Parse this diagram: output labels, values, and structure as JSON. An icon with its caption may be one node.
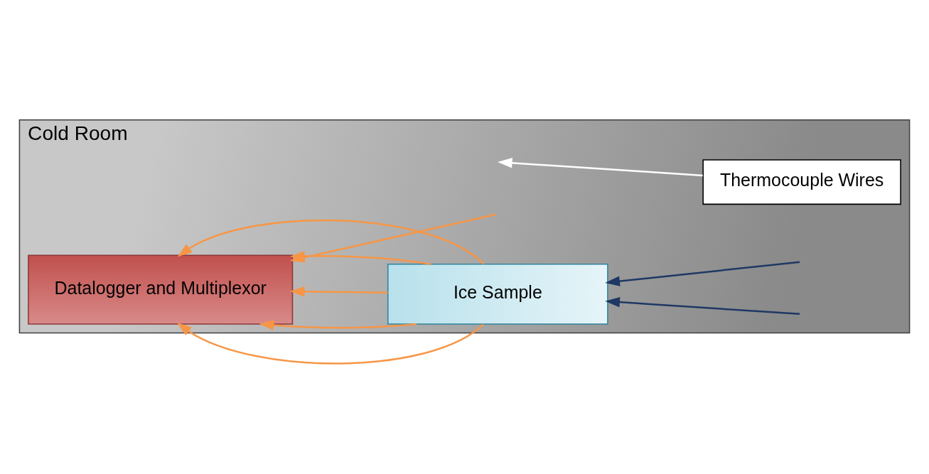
{
  "diagram": {
    "nodes": [
      {
        "text": [
          "Cold Room"
        ]
      },
      {
        "text": [
          "Datalogger and Multiplexor"
        ],
        "in": 0
      },
      {
        "text": [
          "Ice Sample"
        ],
        "in": 0
      },
      {
        "text": [
          "Thermocouple Wires"
        ],
        "in": 0
      }
    ],
    "edges": [
      {
        "from": null,
        "to": 1,
        "arrow": "to"
      },
      {
        "from": 2,
        "to": 1,
        "arrow": "to"
      },
      {
        "from": 2,
        "to": 1,
        "arrow": "to"
      },
      {
        "from": 2,
        "to": 1,
        "arrow": "to"
      },
      {
        "from": 2,
        "to": 1,
        "arrow": "to"
      },
      {
        "from": 2,
        "to": 1,
        "arrow": "to"
      },
      {
        "from": 3,
        "to": null,
        "arrow": "to",
        "color": "#ffffff"
      },
      {
        "from": null,
        "to": 2,
        "arrow": "to",
        "color": "#1f3864"
      },
      {
        "from": null,
        "to": 2,
        "arrow": "to",
        "color": "#1f3864"
      }
    ]
  }
}
